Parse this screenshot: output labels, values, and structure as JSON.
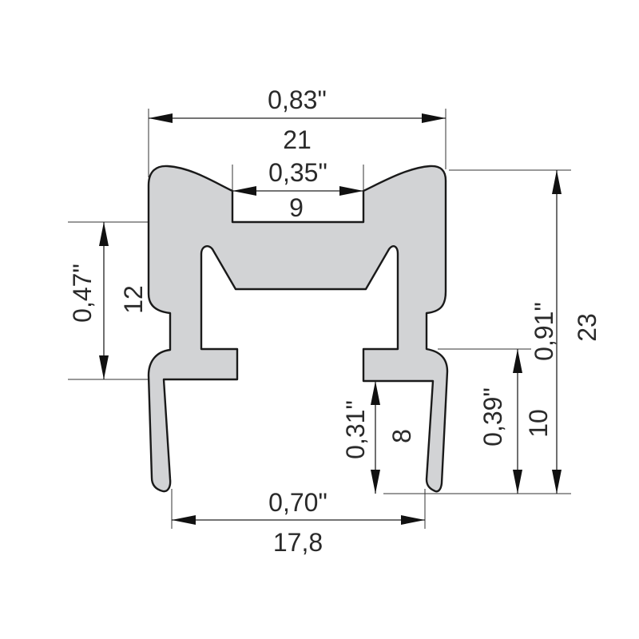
{
  "colors": {
    "profile_fill": "#d2d3d5",
    "outline": "#1a1a1a",
    "dimension": "#222222"
  },
  "dimensions": {
    "overall_width": {
      "inch": "0,83\"",
      "mm": "21"
    },
    "top_slot_width": {
      "inch": "0,35\"",
      "mm": "9"
    },
    "left_height": {
      "inch": "0,47\"",
      "mm": "12"
    },
    "overall_height": {
      "inch": "0,91\"",
      "mm": "23"
    },
    "leg_height": {
      "inch": "0,39\"",
      "mm": "10"
    },
    "inner_leg_height": {
      "inch": "0,31\"",
      "mm": "8"
    },
    "leg_spacing": {
      "inch": "0,70\"",
      "mm": "17,8"
    }
  }
}
